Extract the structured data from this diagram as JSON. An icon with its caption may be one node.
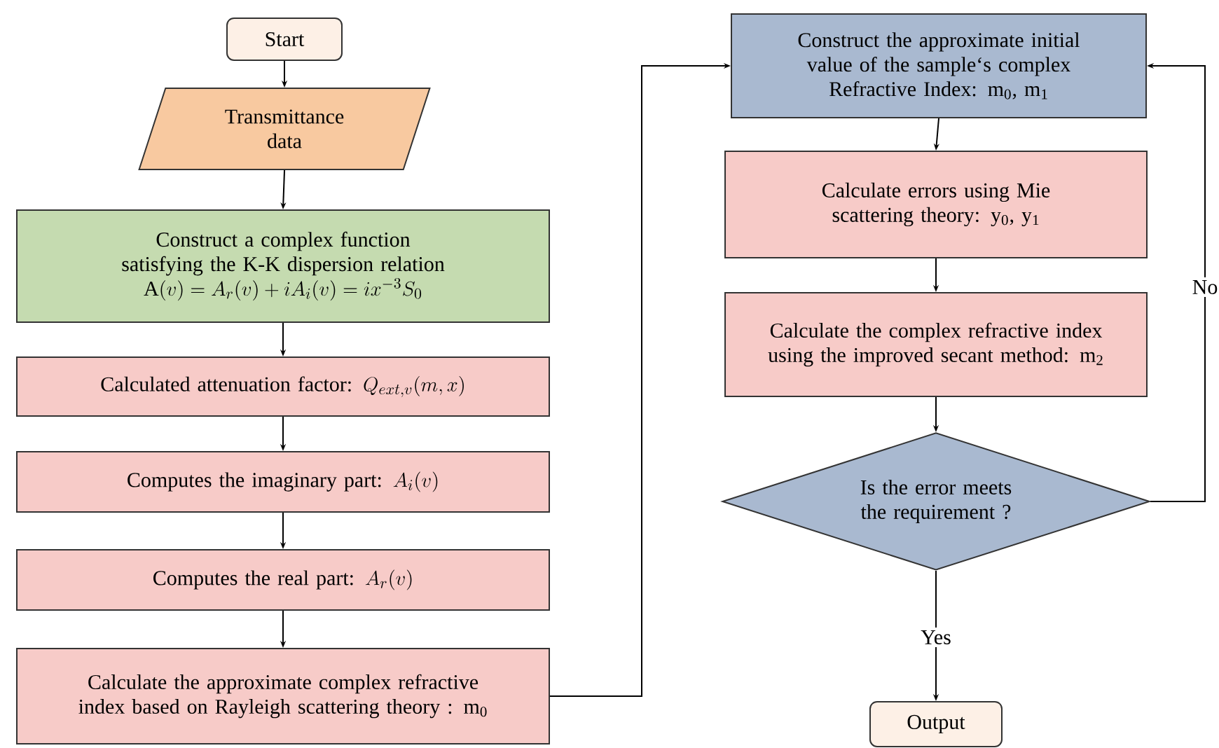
{
  "diagram": {
    "nodes": [
      {
        "text": [
          "Start"
        ]
      },
      {
        "text": [
          "Transmittance data"
        ]
      },
      {
        "text": [
          "Construct a complex function satisfying the K-K dispersion relation",
          "\\mathrm{A}(v) = A_r(v) + iA_i(v) = ix^{-3}S_0"
        ]
      },
      {
        "text": [
          "Calculated attenuation factor:",
          "Q_{ext,v}(m,x)"
        ]
      },
      {
        "text": [
          "Computes the imaginary part:",
          "A_i(v)"
        ]
      },
      {
        "text": [
          "Computes the real part:",
          "A_r(v)"
        ]
      },
      {
        "text": [
          "Calculate the approximate complex refractive index based on Rayleigh scattering theory : m$_{0}$"
        ]
      },
      {
        "text": [
          "Construct the approximate initial value of the sample‘s complex Refractive Index: m$_{0}$, m$_{1}$"
        ]
      },
      {
        "text": [
          "Calculate errors using Mie scattering theory: y$_{0}$, y$_{1}$"
        ]
      },
      {
        "text": [
          "Calculate the complex refractive index using the improved secant method: m$_{2}$"
        ]
      },
      {
        "text": [
          "Is the error meets the requirement ?"
        ]
      },
      {
        "text": [
          "Output"
        ]
      }
    ],
    "edges": [
      {
        "from": 0,
        "to": 1,
        "arrow": "to"
      },
      {
        "from": 1,
        "to": 2,
        "arrow": "to"
      },
      {
        "from": 2,
        "to": 3,
        "arrow": "to"
      },
      {
        "from": 3,
        "to": 4,
        "arrow": "to"
      },
      {
        "from": 4,
        "to": 5,
        "arrow": "to"
      },
      {
        "from": 5,
        "to": 6,
        "arrow": "to"
      },
      {
        "from": 6,
        "to": 7,
        "arrow": "to"
      },
      {
        "from": 7,
        "to": 8,
        "arrow": "to"
      },
      {
        "from": 8,
        "to": 9,
        "arrow": "to"
      },
      {
        "from": 9,
        "to": 10,
        "arrow": "to"
      },
      {
        "from": 10,
        "to": 11,
        "arrow": "to",
        "label": "Yes"
      },
      {
        "from": 10,
        "to": 7,
        "arrow": "to",
        "label": "No"
      }
    ]
  }
}
